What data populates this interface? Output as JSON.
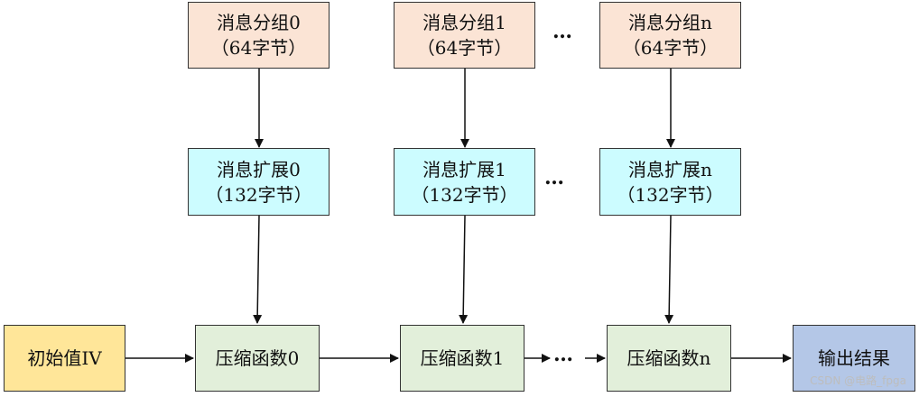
{
  "message_blocks": [
    {
      "title": "消息分组0",
      "size": "（64字节）"
    },
    {
      "title": "消息分组1",
      "size": "（64字节）"
    },
    {
      "title": "消息分组n",
      "size": "（64字节）"
    }
  ],
  "expansions": [
    {
      "title": "消息扩展0",
      "size": "（132字节）"
    },
    {
      "title": "消息扩展1",
      "size": "（132字节）"
    },
    {
      "title": "消息扩展n",
      "size": "（132字节）"
    }
  ],
  "compressions": [
    "压缩函数0",
    "压缩函数1",
    "压缩函数n"
  ],
  "initial": "初始值IV",
  "output": "输出结果",
  "ellipsis": "…",
  "watermark": "CSDN @电路_fpga",
  "colors": {
    "message": "#fbe4d5",
    "expansion": "#ccfcff",
    "compression": "#e2efda",
    "initial": "#ffe699",
    "output": "#b4c7e7"
  }
}
